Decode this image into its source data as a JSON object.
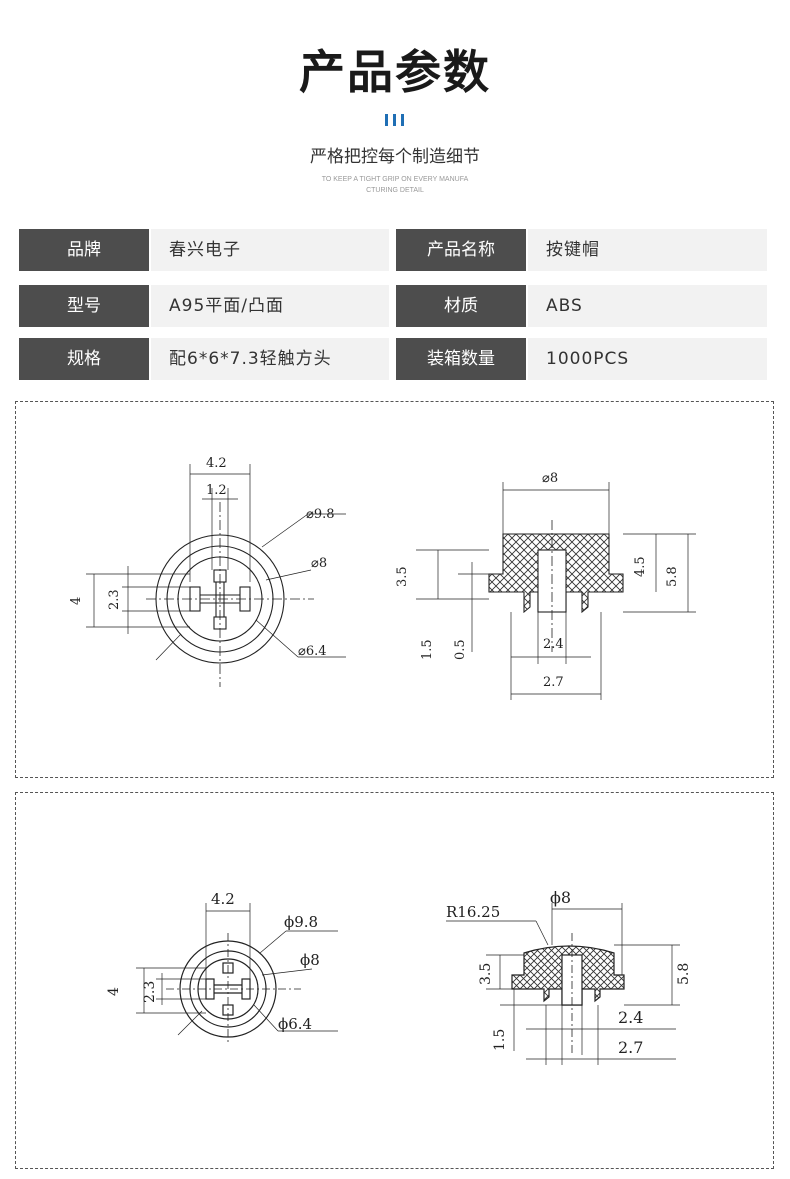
{
  "header": {
    "title": "产品参数",
    "subtitle": "严格把控每个制造细节",
    "eng_line1": "TO KEEP A TIGHT GRIP ON EVERY MANUFA",
    "eng_line2": "CTURING DETAIL",
    "accent_color": "#1f6fb5"
  },
  "specs": [
    {
      "label1": "品牌",
      "value1": "春兴电子",
      "label2": "产品名称",
      "value2": "按键帽"
    },
    {
      "label1": "型号",
      "value1": "A95平面/凸面",
      "label2": "材质",
      "value2": "ABS"
    },
    {
      "label1": "规格",
      "value1": "配6*6*7.3轻触方头",
      "label2": "装箱数量",
      "value2": "1000PCS"
    }
  ],
  "drawing1": {
    "top_view": {
      "w42": "4.2",
      "w12": "1.2",
      "d98": "⌀9.8",
      "d8": "⌀8",
      "d64": "⌀6.4",
      "h4": "4",
      "h23": "2.3"
    },
    "side_view": {
      "d8": "⌀8",
      "h35": "3.5",
      "h45": "4.5",
      "h58": "5.8",
      "h15": "1.5",
      "h05": "0.5",
      "w24": "2.4",
      "w27": "2.7"
    }
  },
  "drawing2": {
    "top_view": {
      "w42": "4.2",
      "d98": "ϕ9.8",
      "d8": "ϕ8",
      "d64": "ϕ6.4",
      "h4": "4",
      "h23": "2.3"
    },
    "side_view": {
      "r": "R16.25",
      "d8": "ϕ8",
      "h35": "3.5",
      "h58": "5.8",
      "h15": "1.5",
      "w24": "2.4",
      "w27": "2.7"
    }
  }
}
